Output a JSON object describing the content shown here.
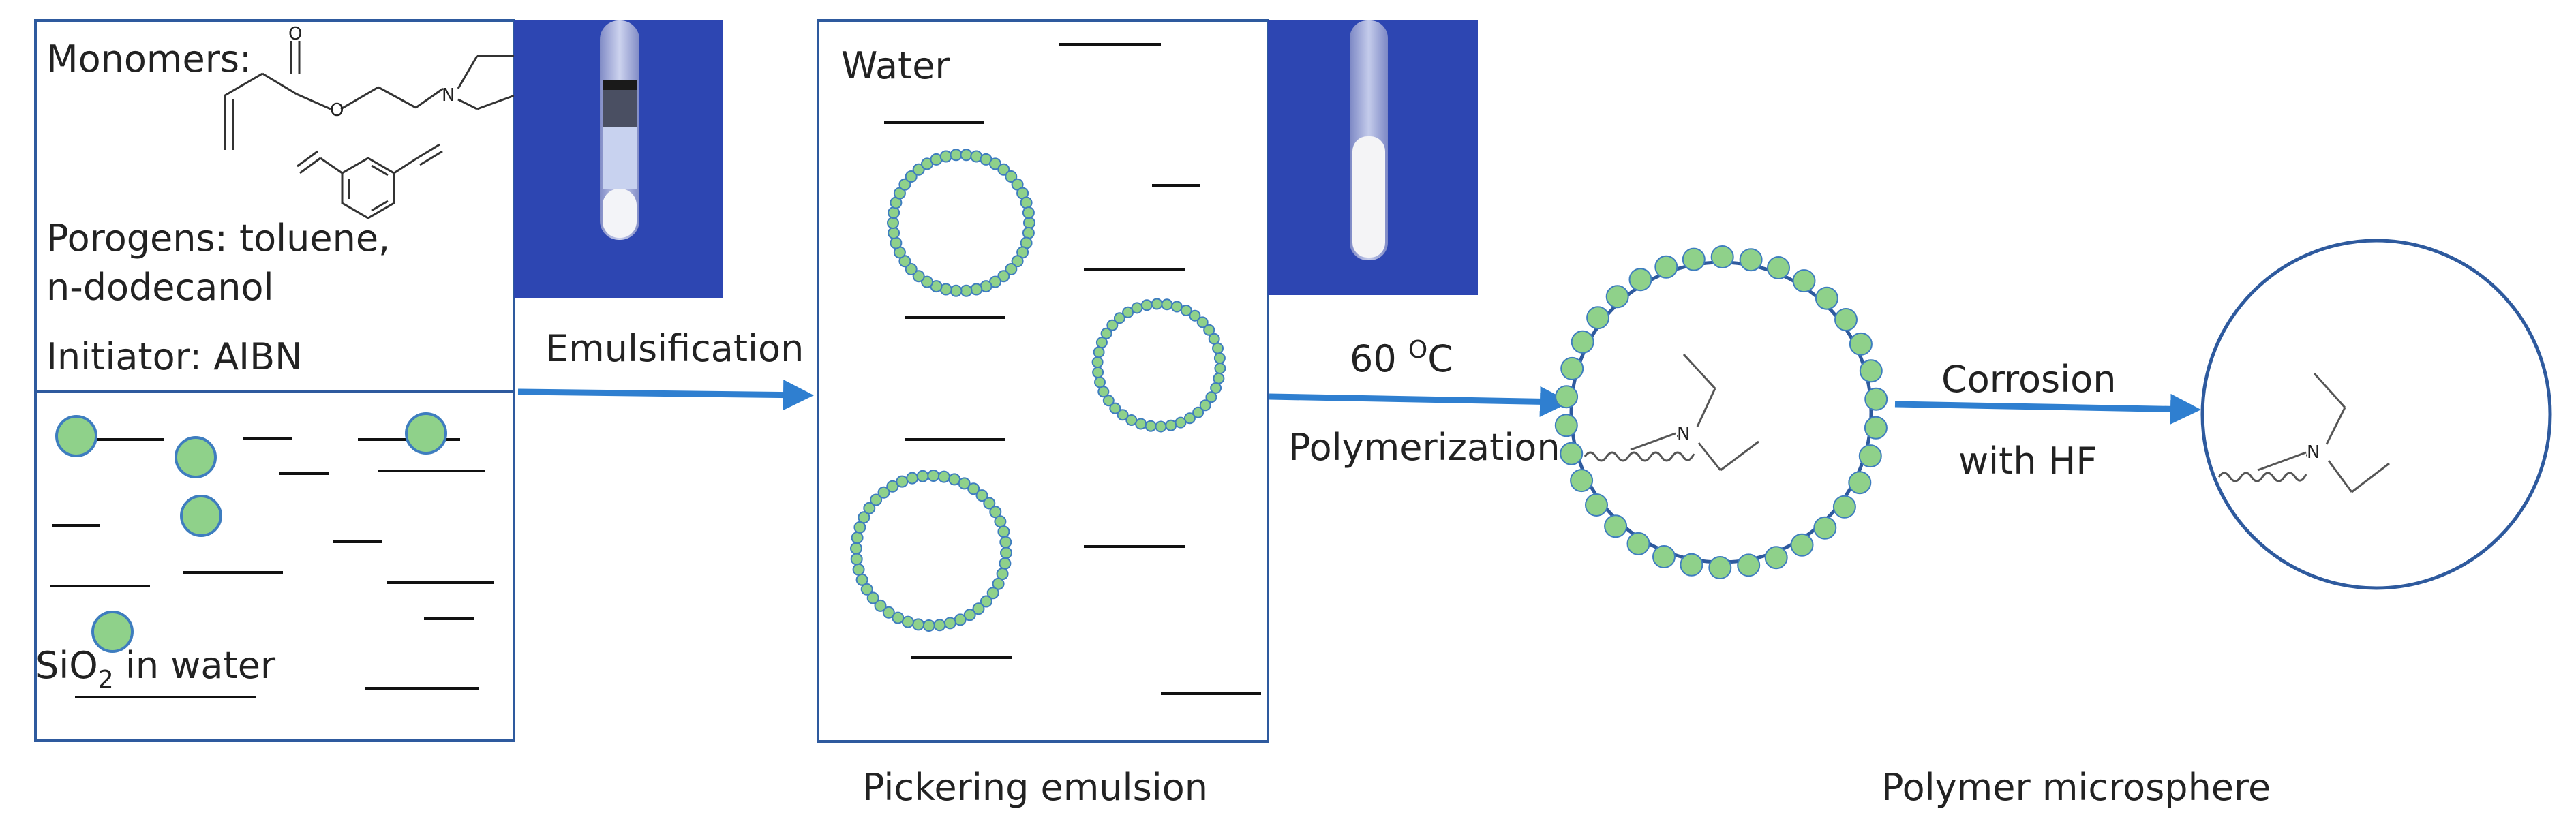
{
  "panel_oil_phase": {
    "monomers_label": "Monomers:",
    "porogens_line1": "Porogens: toluene,",
    "porogens_line2": "n-dodecanol",
    "initiator_label": "Initiator: AIBN"
  },
  "panel_water_phase": {
    "sio2_label_prefix": "SiO",
    "sio2_label_subscript": "2",
    "sio2_label_suffix": " in water"
  },
  "panel_emulsion": {
    "water_label": "Water",
    "caption": "Pickering emulsion"
  },
  "arrows": {
    "step1_label": "Emulsification",
    "step2_temp_value": "60 ",
    "step2_temp_degree": "O",
    "step2_temp_unit": "C",
    "step2_label": "Polymerization",
    "step3_label_line1": "Corrosion",
    "step3_label_line2": "with HF"
  },
  "product": {
    "caption": "Polymer microsphere"
  },
  "chemistry": {
    "amine_atom_label": "N"
  },
  "colors": {
    "frame_blue": "#2e5a9e",
    "arrow_blue": "#2f7fd0",
    "particle_green": "#8fd18a",
    "particle_outline": "#3e7dbf",
    "vial_background": "#2a3fa6"
  }
}
